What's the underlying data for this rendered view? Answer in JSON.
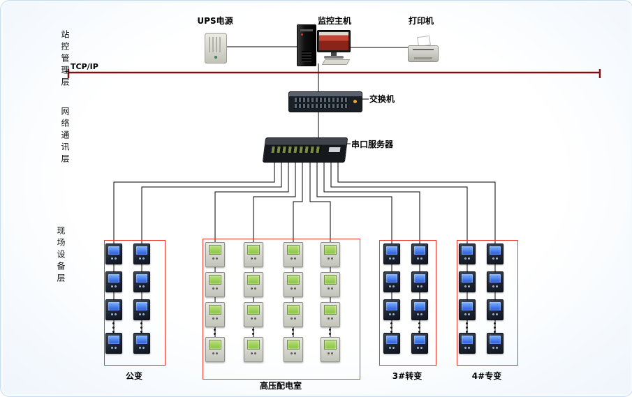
{
  "layers": [
    {
      "label": "站控管理层"
    },
    {
      "label": "网络通讯层"
    },
    {
      "label": "现场设备层"
    }
  ],
  "bus": {
    "label": "TCP/IP"
  },
  "devices": {
    "ups": {
      "label": "UPS电源"
    },
    "host": {
      "label": "监控主机"
    },
    "printer": {
      "label": "打印机"
    },
    "switch": {
      "label": "交换机"
    },
    "serial_server": {
      "label": "串口服务器"
    }
  },
  "groups": [
    {
      "label": "公变",
      "columns": 2,
      "meters_per_column_visible": 4,
      "ellipsis": true,
      "meter_style": "dark-blue-screen"
    },
    {
      "label": "高压配电室",
      "columns": 4,
      "meters_per_column_visible": 4,
      "ellipsis": true,
      "meter_style": "light-green-screen"
    },
    {
      "label": "3#转变",
      "columns": 2,
      "meters_per_column_visible": 4,
      "ellipsis": true,
      "meter_style": "dark-blue-screen"
    },
    {
      "label": "4#专变",
      "columns": 2,
      "meters_per_column_visible": 4,
      "ellipsis": true,
      "meter_style": "dark-blue-screen"
    }
  ],
  "colors": {
    "bus_line": "#7a1212",
    "wire": "#000000",
    "group_box": "#ef3b2d",
    "background": "#eef5fc",
    "dark_meter_screen": "#2f63dd",
    "light_meter_screen": "#8ec24a"
  }
}
